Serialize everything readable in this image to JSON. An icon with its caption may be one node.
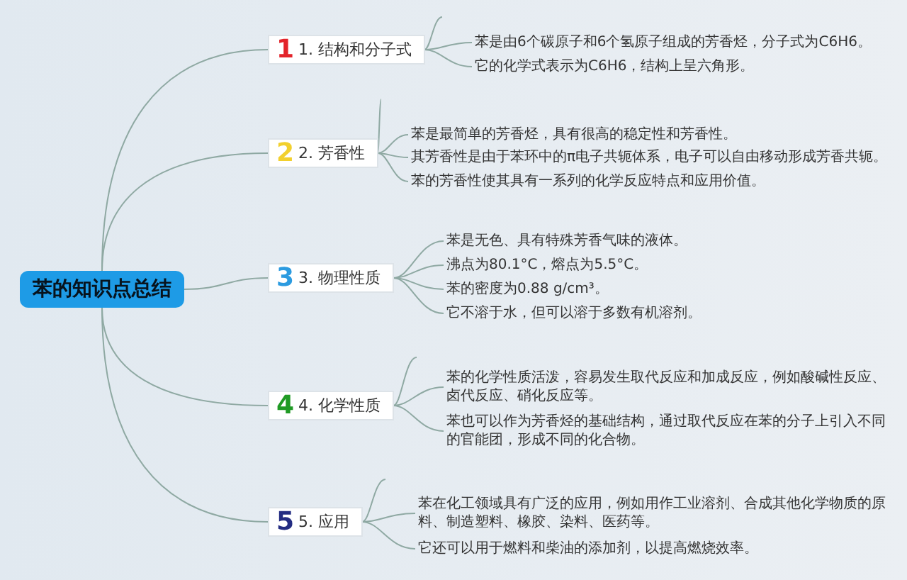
{
  "diagram": {
    "nodes": [
      {
        "text": [
          "苯的知识点总结"
        ]
      },
      {
        "text": [
          "1",
          "1. 结构和分子式"
        ]
      },
      {
        "text": [
          "苯是由6个碳原子和6个氢原子组成的芳香烃，分子式为C6H6。"
        ]
      },
      {
        "text": [
          "它的化学式表示为C6H6，结构上呈六角形。"
        ]
      },
      {
        "text": [
          "2",
          "2. 芳香性"
        ]
      },
      {
        "text": [
          "苯是最简单的芳香烃，具有很高的稳定性和芳香性。"
        ]
      },
      {
        "text": [
          "其芳香性是由于苯环中的π电子共轭体系，电子可以自由移动形成芳香共轭。"
        ]
      },
      {
        "text": [
          "苯的芳香性使其具有一系列的化学反应特点和应用价值。"
        ]
      },
      {
        "text": [
          "3",
          "3. 物理性质"
        ]
      },
      {
        "text": [
          "苯是无色、具有特殊芳香气味的液体。"
        ]
      },
      {
        "text": [
          "沸点为80.1°C，熔点为5.5°C。"
        ]
      },
      {
        "text": [
          "苯的密度为0.88 g/cm³。"
        ]
      },
      {
        "text": [
          "它不溶于水，但可以溶于多数有机溶剂。"
        ]
      },
      {
        "text": [
          "4",
          "4. 化学性质"
        ]
      },
      {
        "text": [
          "苯的化学性质活泼，容易发生取代反应和加成反应，例如酸碱性反应、卤代反应、硝化反应等。"
        ]
      },
      {
        "text": [
          "苯也可以作为芳香烃的基础结构，通过取代反应在苯的分子上引入不同的官能团，形成不同的化合物。"
        ]
      },
      {
        "text": [
          "5",
          "5. 应用"
        ]
      },
      {
        "text": [
          "苯在化工领域具有广泛的应用，例如用作工业溶剂、合成其他化学物质的原料、制造塑料、橡胶、染料、医药等。"
        ]
      },
      {
        "text": [
          "它还可以用于燃料和柴油的添加剂，以提高燃烧效率。"
        ]
      }
    ],
    "edges": [
      {
        "from": 0,
        "to": 1,
        "arrow": "none"
      },
      {
        "from": 0,
        "to": 4,
        "arrow": "none"
      },
      {
        "from": 0,
        "to": 8,
        "arrow": "none"
      },
      {
        "from": 0,
        "to": 13,
        "arrow": "none"
      },
      {
        "from": 0,
        "to": 16,
        "arrow": "none"
      },
      {
        "from": 1,
        "to": null,
        "arrow": "none"
      },
      {
        "from": 1,
        "to": 2,
        "arrow": "none"
      },
      {
        "from": 1,
        "to": 3,
        "arrow": "none"
      },
      {
        "from": 4,
        "to": null,
        "arrow": "none"
      },
      {
        "from": 4,
        "to": 5,
        "arrow": "none"
      },
      {
        "from": 4,
        "to": 6,
        "arrow": "none"
      },
      {
        "from": 4,
        "to": 7,
        "arrow": "none"
      },
      {
        "from": 8,
        "to": 9,
        "arrow": "none"
      },
      {
        "from": 8,
        "to": 10,
        "arrow": "none"
      },
      {
        "from": 8,
        "to": 11,
        "arrow": "none"
      },
      {
        "from": 8,
        "to": 12,
        "arrow": "none"
      },
      {
        "from": 13,
        "to": null,
        "arrow": "none"
      },
      {
        "from": 13,
        "to": 14,
        "arrow": "none"
      },
      {
        "from": 13,
        "to": 15,
        "arrow": "none"
      },
      {
        "from": 16,
        "to": null,
        "arrow": "none"
      },
      {
        "from": 16,
        "to": 17,
        "arrow": "none"
      },
      {
        "from": 16,
        "to": 18,
        "arrow": "none"
      }
    ]
  }
}
